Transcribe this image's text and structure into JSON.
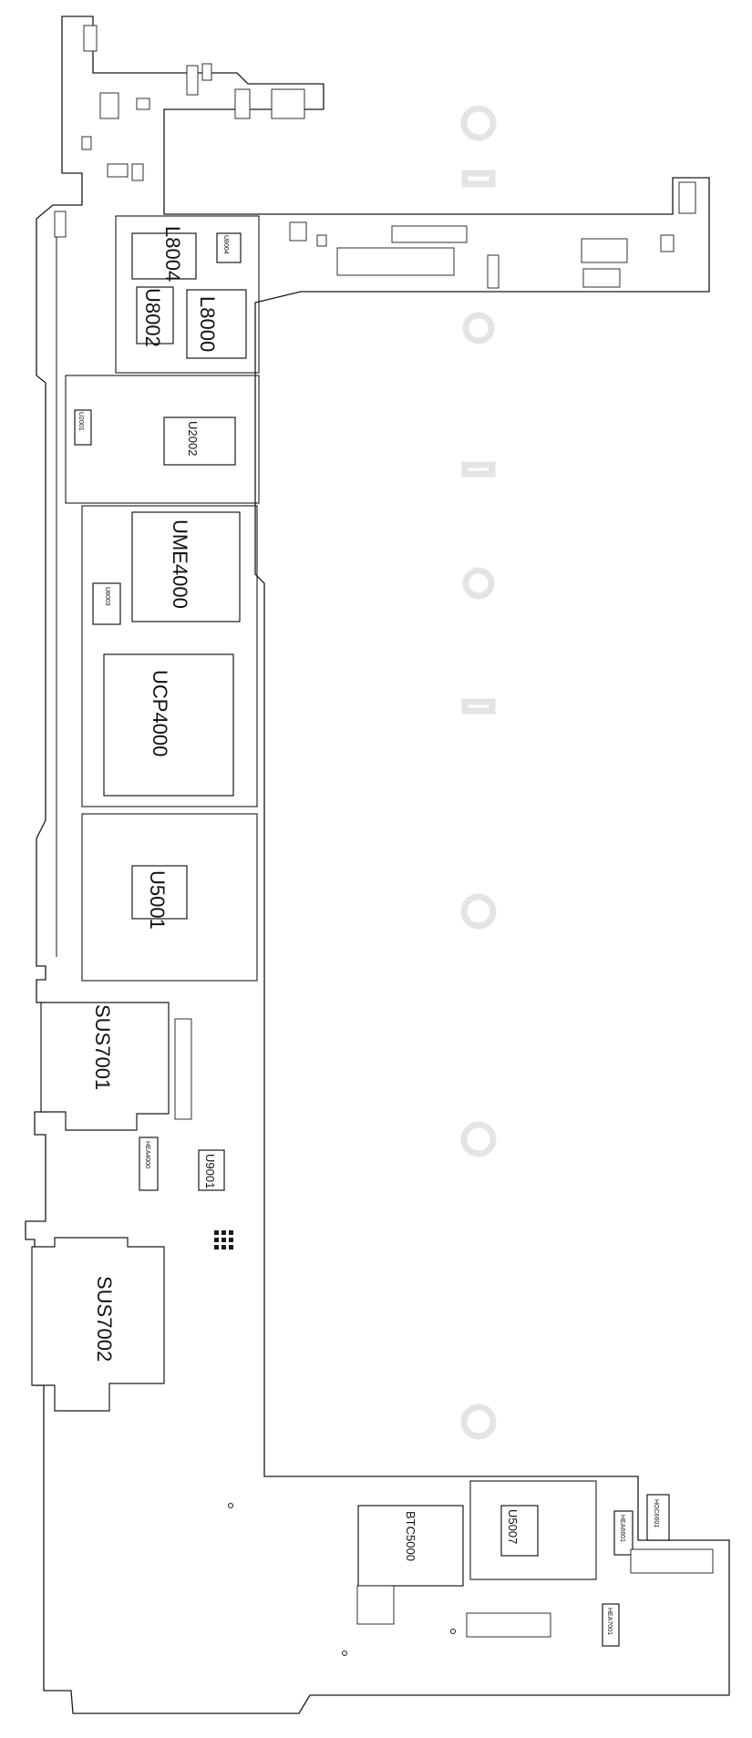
{
  "board": {
    "components": {
      "sus7001": "SUS7001",
      "sus7002": "SUS7002",
      "ume4000": "UME4000",
      "ucp4000": "UCP4000",
      "u5001": "U5001",
      "u2002": "U2002",
      "l8004": "L8004",
      "l8000": "L8000",
      "u8002": "U8002",
      "u9001": "U9001",
      "btc5000": "BTC5000",
      "u5007": "U5007",
      "hea4000": "HEA4000",
      "hea7001": "HEA7001",
      "hoc6601": "HOC6601",
      "hea6601": "HEA6601",
      "u2001": "U2001",
      "u8003": "U8003",
      "u8004": "U8004"
    }
  },
  "colors": {
    "line": "#1a1a1a",
    "background": "#ffffff",
    "watermark": "#e4e4e4"
  }
}
